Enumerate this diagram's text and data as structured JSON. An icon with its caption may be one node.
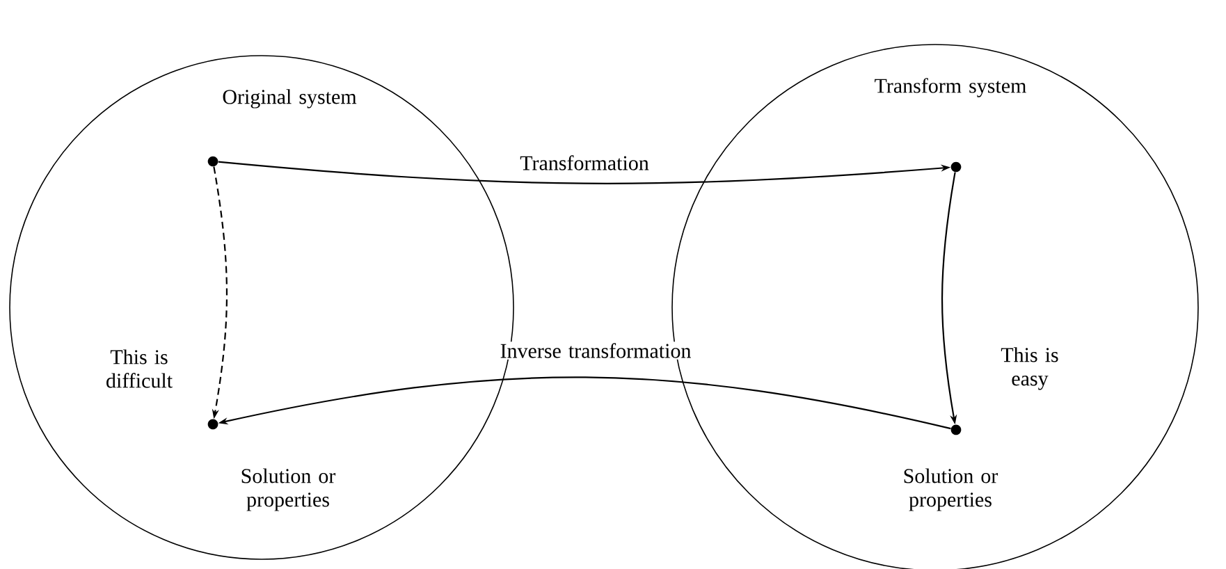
{
  "diagram": {
    "nodes": [
      {
        "text": [],
        "shape": "circle"
      },
      {
        "text": [
          "Original system"
        ],
        "in": 0
      },
      {
        "text": [
          "Solution or properties"
        ],
        "in": 0
      },
      {
        "text": [],
        "shape": "circle"
      },
      {
        "text": [
          "Transform system"
        ],
        "in": 3
      },
      {
        "text": [
          "Solution or properties"
        ],
        "in": 3
      }
    ],
    "edges": [
      {
        "from": 1,
        "to": 4,
        "arrow": "to",
        "label": "Transformation"
      },
      {
        "from": 4,
        "to": 5,
        "arrow": "to",
        "label": "This is easy"
      },
      {
        "from": 5,
        "to": 2,
        "arrow": "to",
        "label": "Inverse transformation"
      },
      {
        "from": 1,
        "to": 2,
        "arrow": "to",
        "label": "This is difficult",
        "style": "dashed"
      }
    ]
  }
}
